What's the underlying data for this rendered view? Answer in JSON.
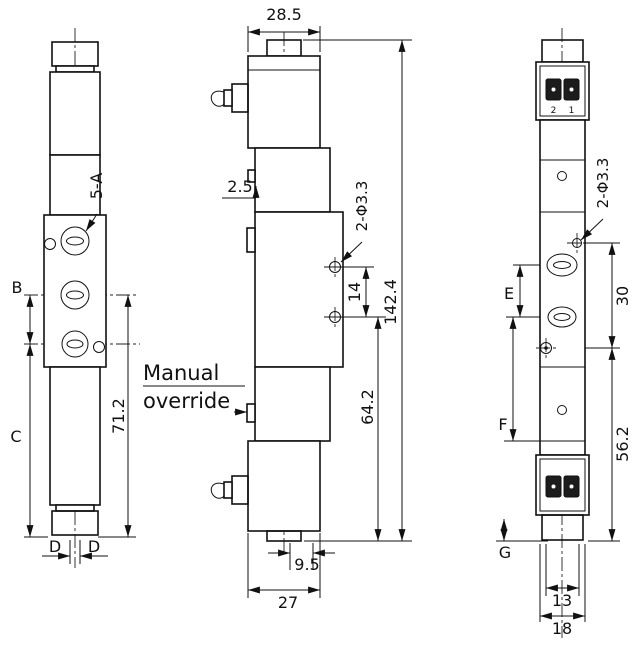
{
  "drawing": {
    "background": "#ffffff",
    "line_color": "#111111",
    "views": {
      "left": {
        "name": "left-side-view",
        "labels": {
          "ports": "5-A",
          "dim_b": "B",
          "dim_c": "C",
          "dim_d_left": "D",
          "dim_d_right": "D",
          "dim_71_2": "71.2"
        }
      },
      "middle": {
        "name": "front-view",
        "labels": {
          "dim_28_5": "28.5",
          "dim_2_5": "2.5",
          "holes": "2-Φ3.3",
          "dim_14": "14",
          "dim_142_4": "142.4",
          "dim_64_2": "64.2",
          "manual_override_line1": "Manual",
          "manual_override_line2": "override",
          "dim_9_5": "9.5",
          "dim_27": "27"
        }
      },
      "right": {
        "name": "right-side-view",
        "labels": {
          "holes": "2-Φ3.3",
          "dim_e": "E",
          "dim_30": "30",
          "dim_f": "F",
          "dim_56_2": "56.2",
          "dim_g": "G",
          "dim_13": "13",
          "dim_18": "18",
          "pin_2": "2",
          "pin_1": "1"
        }
      }
    }
  }
}
